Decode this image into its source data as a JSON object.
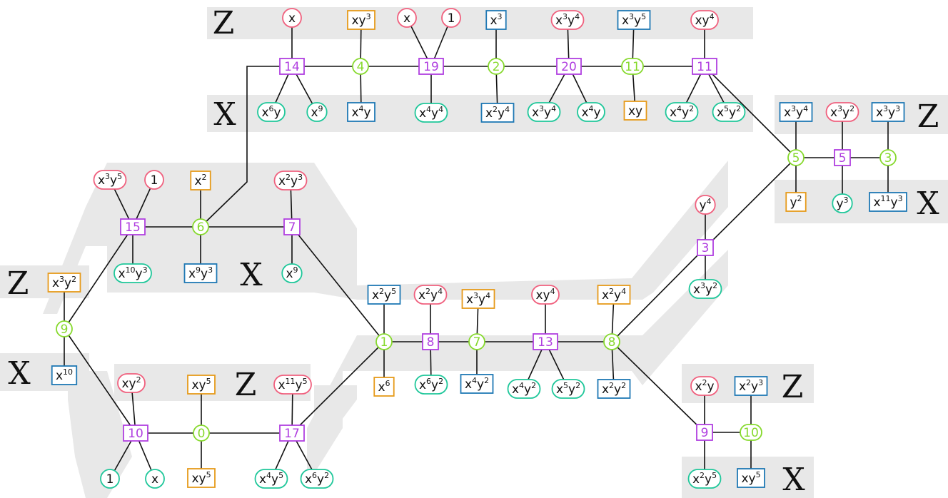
{
  "colors": {
    "band": "#e8e8e8",
    "check_square": "#b03fe0",
    "qubit_circle": "#86d92c",
    "stab_pink": "#f0607e",
    "stab_teal": "#1fc79a",
    "stab_orange": "#e69a1a",
    "stab_blue": "#1f78b4"
  },
  "side_labels": {
    "top_z": "Z",
    "top_x": "X",
    "right_z": "Z",
    "right_x": "X",
    "left15_x": "X",
    "left9_z": "Z",
    "left9_x": "X",
    "bot10_z": "Z",
    "br_z": "Z",
    "br_x": "X"
  },
  "squares": {
    "s14": "14",
    "s19": "19",
    "s20": "20",
    "s11": "11",
    "s15": "15",
    "s7": "7",
    "s8": "8",
    "s13": "13",
    "s3": "3",
    "s5": "5",
    "s10": "10",
    "s17": "17",
    "s9": "9"
  },
  "circles": {
    "c4": "4",
    "c2": "2",
    "c11": "11",
    "c6": "6",
    "c9": "9",
    "c1": "1",
    "c7": "7",
    "c8": "8",
    "c5": "5",
    "c3": "3",
    "c0": "0",
    "c10": "10"
  },
  "labels": {
    "t1": "x",
    "t2": "xy3",
    "t3": "x",
    "t4": "1",
    "t5": "x3",
    "t6": "x3y4",
    "t7": "x3y5",
    "t8": "xy4",
    "t9": "x6y",
    "t10": "x9",
    "t11": "x4y",
    "t12": "x4y4",
    "t13": "x2y4",
    "t14": "x3y4",
    "t15": "x4y",
    "t16": "xy",
    "t17": "x4y2",
    "t18": "x5y2",
    "r1": "x3y4",
    "r2": "x3y2",
    "r3": "x3y3",
    "r4": "y2",
    "r5": "y3",
    "r6": "x11y3",
    "l1": "x3y5",
    "l2": "1",
    "l3": "x2",
    "l4": "x2y3",
    "l5": "x10y3",
    "l6": "x9y3",
    "l7": "x9",
    "l8": "x3y2",
    "l9": "x10",
    "m1": "x2y5",
    "m2": "x2y4",
    "m3": "x3y4",
    "m4": "xy4",
    "m5": "x2y4",
    "m6": "x6",
    "m7": "x6y2",
    "m8": "x4y2",
    "m9": "x4y2",
    "m10": "x5y2",
    "m11": "x2y2",
    "m12": "y4",
    "m13": "x3y2",
    "b1": "xy2",
    "b2": "xy5",
    "b3": "x11y5",
    "b4": "1",
    "b5": "x",
    "b6": "xy5",
    "b7": "x4y5",
    "b8": "x6y2",
    "br1": "x2y",
    "br2": "x2y3",
    "br3": "x2y5",
    "br4": "xy5"
  }
}
